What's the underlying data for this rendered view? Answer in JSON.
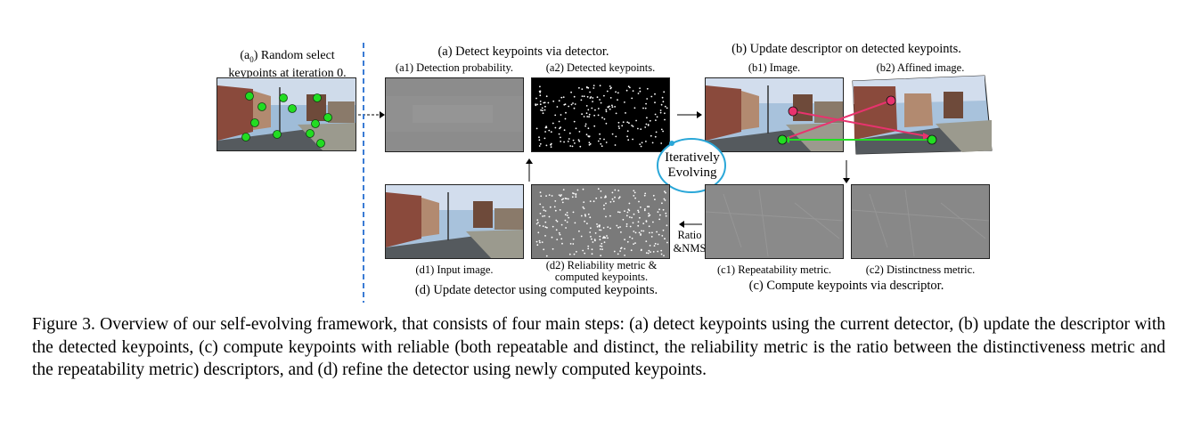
{
  "figure": {
    "a0_label_line1_pre": "(a",
    "a0_label_sub": "0",
    "a0_label_line1_post": ") Random select",
    "a0_label_line2": "keypoints at iteration 0.",
    "a_header": "(a) Detect keypoints via detector.",
    "a1_label": "(a1) Detection probability.",
    "a2_label": "(a2) Detected keypoints.",
    "b_header": "(b) Update descriptor on detected keypoints.",
    "b1_label": "(b1) Image.",
    "b2_label": "(b2) Affined image.",
    "evolving_line1": "Iteratively",
    "evolving_line2": "Evolving",
    "ratio_line1": "Ratio",
    "ratio_line2": "&NMS",
    "d1_label": "(d1) Input image.",
    "d2_label_line1": "(d2) Reliability metric &",
    "d2_label_line2": "computed keypoints.",
    "d_header": "(d) Update detector using computed keypoints.",
    "c1_label": "(c1) Repeatability metric.",
    "c2_label": "(c2) Distinctness metric.",
    "c_header": "(c) Compute keypoints via descriptor."
  },
  "caption": "Figure 3. Overview of our self-evolving framework, that consists of four main steps: (a) detect keypoints using the current detector, (b) update the descriptor with the detected keypoints, (c) compute keypoints with reliable (both repeatable and distinct, the reliability metric is the ratio between the distinctiveness metric and the repeatability metric) descriptors, and (d) refine the detector using newly computed keypoints.",
  "colors": {
    "separator": "#3a7bd5",
    "cycle_circle": "#2aa7d8",
    "keypoint_green": "#22dd22",
    "keypoint_pink": "#e8336e"
  }
}
